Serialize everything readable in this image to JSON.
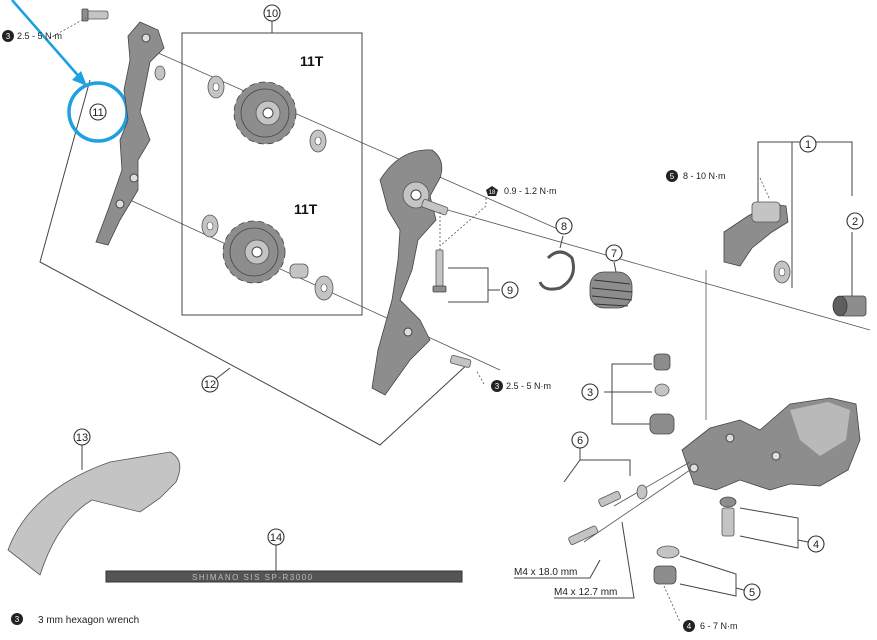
{
  "callouts": [
    "1",
    "2",
    "3",
    "4",
    "5",
    "6",
    "7",
    "8",
    "9",
    "10",
    "11",
    "12",
    "13",
    "14"
  ],
  "labels": {
    "sprocket_upper_teeth": "11T",
    "sprocket_lower_teeth": "11T",
    "bolt_long": "M4 x 18.0 mm",
    "bolt_short": "M4 x 12.7 mm",
    "chain_guide_text": "SHIMANO SIS SP-R3000"
  },
  "torques": {
    "top_left": {
      "badge": "3",
      "value": "2.5 - 5 N·m"
    },
    "middle_right": {
      "badge": "3",
      "value": "2.5 - 5 N·m"
    },
    "spring_screw": {
      "badge": "18",
      "value": "0.9 - 1.2 N·m"
    },
    "mount": {
      "badge": "5",
      "value": "8 - 10 N·m"
    },
    "bottom": {
      "badge": "4",
      "value": "6 - 7 N·m"
    }
  },
  "legend": {
    "badge": "3",
    "text": "3 mm hexagon wrench"
  },
  "colors": {
    "highlight": "#1da1e0",
    "part": "#8d8d8d",
    "line": "#444444"
  }
}
